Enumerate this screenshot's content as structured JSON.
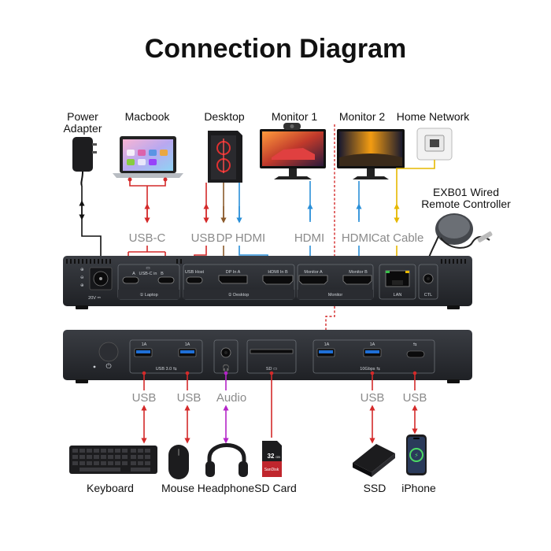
{
  "title": "Connection Diagram",
  "top_devices": {
    "power": "Power",
    "adapter": "Adapter",
    "macbook": "Macbook",
    "desktop": "Desktop",
    "monitor1": "Monitor 1",
    "monitor2": "Monitor 2",
    "home_network": "Home Network",
    "remote_line1": "EXB01 Wired",
    "remote_line2": "Remote Controller"
  },
  "top_connections": {
    "usbc": "USB-C",
    "usb": "USB",
    "dp": "DP",
    "hdmi1": "HDMI",
    "hdmi2": "HDMI",
    "hdmi3": "HDMI",
    "cat": "Cat Cable"
  },
  "back_panel": {
    "v20": "20V ⎓",
    "usbc_a": "A",
    "usbc_in": "USB-C in",
    "usbc_b": "B",
    "laptop": "① Laptop",
    "usb_host": "USB Host",
    "dp_in_a": "DP In A",
    "hdmi_in_b": "HDMI In B",
    "desktop": "② Desktop",
    "monitor_a": "Monitor A",
    "monitor_b": "Monitor B",
    "monitor": "Monitor",
    "lan": "LAN",
    "ctl": "CTL"
  },
  "front_panel": {
    "port1_amp": "1A",
    "port2_amp": "1A",
    "usb30": "USB 3.0 ⇆",
    "sd_logo": "SD ▭",
    "port3_amp": "1A",
    "port4_amp": "1A",
    "gbps": "10Gbps ⇆",
    "usbc_icon": "⇆"
  },
  "bottom_connections": {
    "usb1": "USB",
    "usb2": "USB",
    "audio": "Audio",
    "usb3": "USB",
    "usb4": "USB"
  },
  "bottom_devices": {
    "keyboard": "Keyboard",
    "mouse": "Mouse",
    "headphone": "Headphone",
    "sdcard": "SD Card",
    "ssd": "SSD",
    "iphone": "iPhone"
  },
  "sd_card": {
    "capacity": "32",
    "unit": "GB",
    "brand": "SanDisk"
  },
  "colors": {
    "red": "#d42a2a",
    "brown": "#8b5a2b",
    "blue": "#2a8fd8",
    "yellow": "#e6b800",
    "purple": "#b424c8",
    "black": "#111111"
  }
}
